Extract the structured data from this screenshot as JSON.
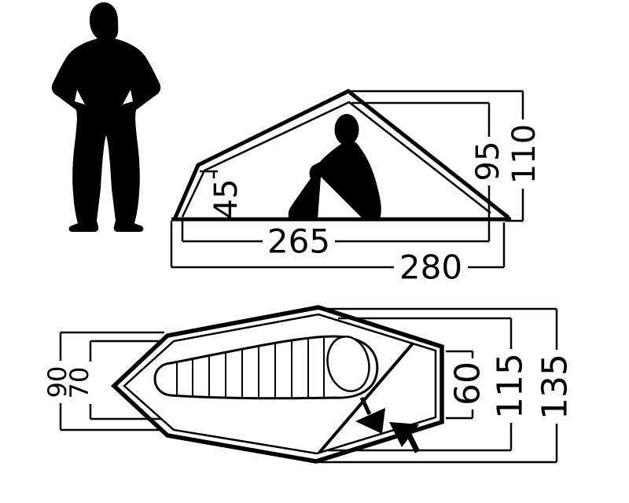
{
  "diagram": {
    "type": "tent-dimension-diagram",
    "background": "#ffffff",
    "ink": "#000000",
    "side_view": {
      "labels": {
        "end_height": "45",
        "inner_peak_height": "95",
        "outer_peak_height": "110",
        "inner_floor_length": "265",
        "outer_floor_length": "280"
      }
    },
    "top_view": {
      "labels": {
        "rear_outer_width": "90",
        "rear_inner_width": "70",
        "front_end_width": "60",
        "inner_width": "115",
        "outer_width": "135"
      }
    },
    "icons": {
      "standing_person": "standing-person-silhouette",
      "sitting_person": "sitting-person-silhouette",
      "sleeping_bag": "sleeping-bag-outline",
      "door_arrows": "door-zipper-arrows"
    }
  }
}
